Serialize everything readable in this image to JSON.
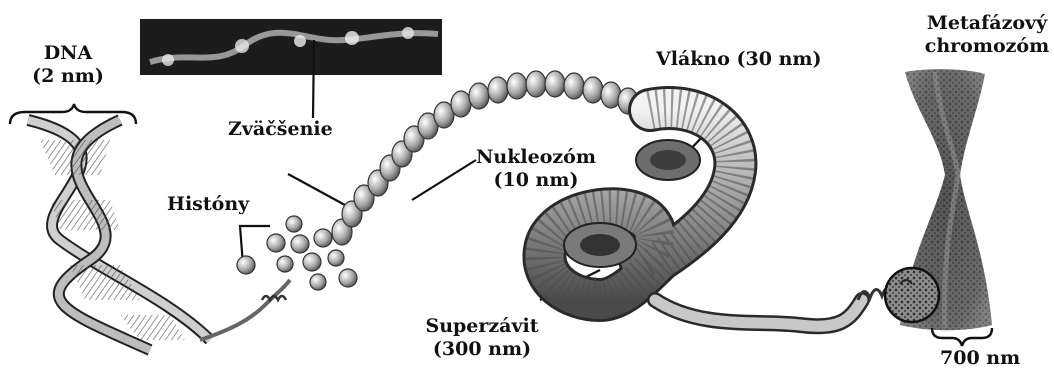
{
  "labels": {
    "dna": {
      "line1": "DNA",
      "line2": "(2 nm)"
    },
    "magnification": "Zväčšenie",
    "histones": "Históny",
    "nucleosome": {
      "line1": "Nukleozóm",
      "line2": "(10 nm)"
    },
    "fiber": "Vlákno (30 nm)",
    "supercoil": {
      "line1": "Superzávit",
      "line2": "(300 nm)"
    },
    "chromosome": {
      "line1": "Metafázový",
      "line2": "chromozóm"
    },
    "chromosome_width": "700 nm"
  }
}
